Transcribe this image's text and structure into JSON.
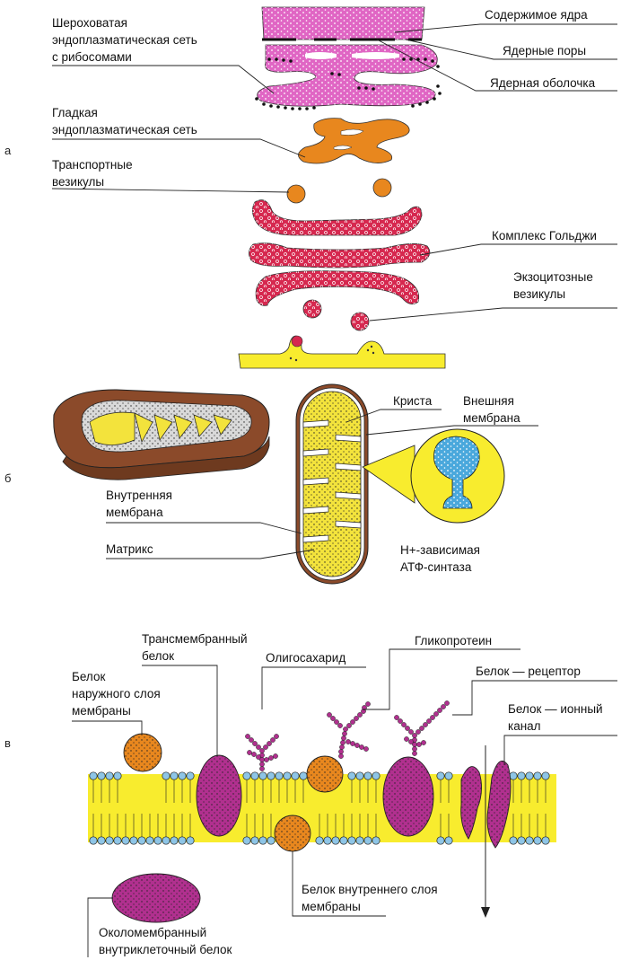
{
  "sections": {
    "a": "а",
    "b": "б",
    "c": "в"
  },
  "labels_a": {
    "rough_er": [
      "Шероховатая",
      "эндоплазматическая сеть",
      "с рибосомами"
    ],
    "smooth_er": [
      "Гладкая",
      "эндоплазматическая сеть"
    ],
    "transport_vesicles": [
      "Транспортные",
      "везикулы"
    ],
    "nucleus_content": "Содержимое ядра",
    "nuclear_pores": "Ядерные поры",
    "nuclear_envelope": "Ядерная оболочка",
    "golgi": "Комплекс Гольджи",
    "exocytotic_vesicles": [
      "Экзоцитозные",
      "везикулы"
    ]
  },
  "labels_b": {
    "crista": "Криста",
    "outer_membrane": [
      "Внешняя",
      "мембрана"
    ],
    "inner_membrane": [
      "Внутренняя",
      "мембрана"
    ],
    "matrix": "Матрикс",
    "atp_synthase": [
      "Н+-зависимая",
      "АТФ-синтаза"
    ]
  },
  "labels_c": {
    "transmembrane_protein": [
      "Трансмембранный",
      "белок"
    ],
    "glycoprotein": "Гликопротеин",
    "oligosaccharide": "Олигосахарид",
    "receptor_protein": "Белок — рецептор",
    "outer_layer_protein": [
      "Белок",
      "наружного слоя",
      "мембраны"
    ],
    "ion_channel": [
      "Белок — ионный",
      "канал"
    ],
    "inner_layer_protein": [
      "Белок внутреннего слоя",
      "мембраны"
    ],
    "peripheral_protein": [
      "Околомембранный",
      "внутриклеточный белок"
    ]
  },
  "colors": {
    "nucleus": "#e066c4",
    "smooth_er": "#e8871e",
    "golgi": "#d6284f",
    "membrane_yellow": "#f8ec2e",
    "mitochondria_outer": "#8b4a2a",
    "matrix": "#f3e33c",
    "atp_synthase": "#4aa8dc",
    "protein_purple": "#b1308f",
    "protein_orange": "#e8871e",
    "head_blue": "#8ec5e6"
  }
}
